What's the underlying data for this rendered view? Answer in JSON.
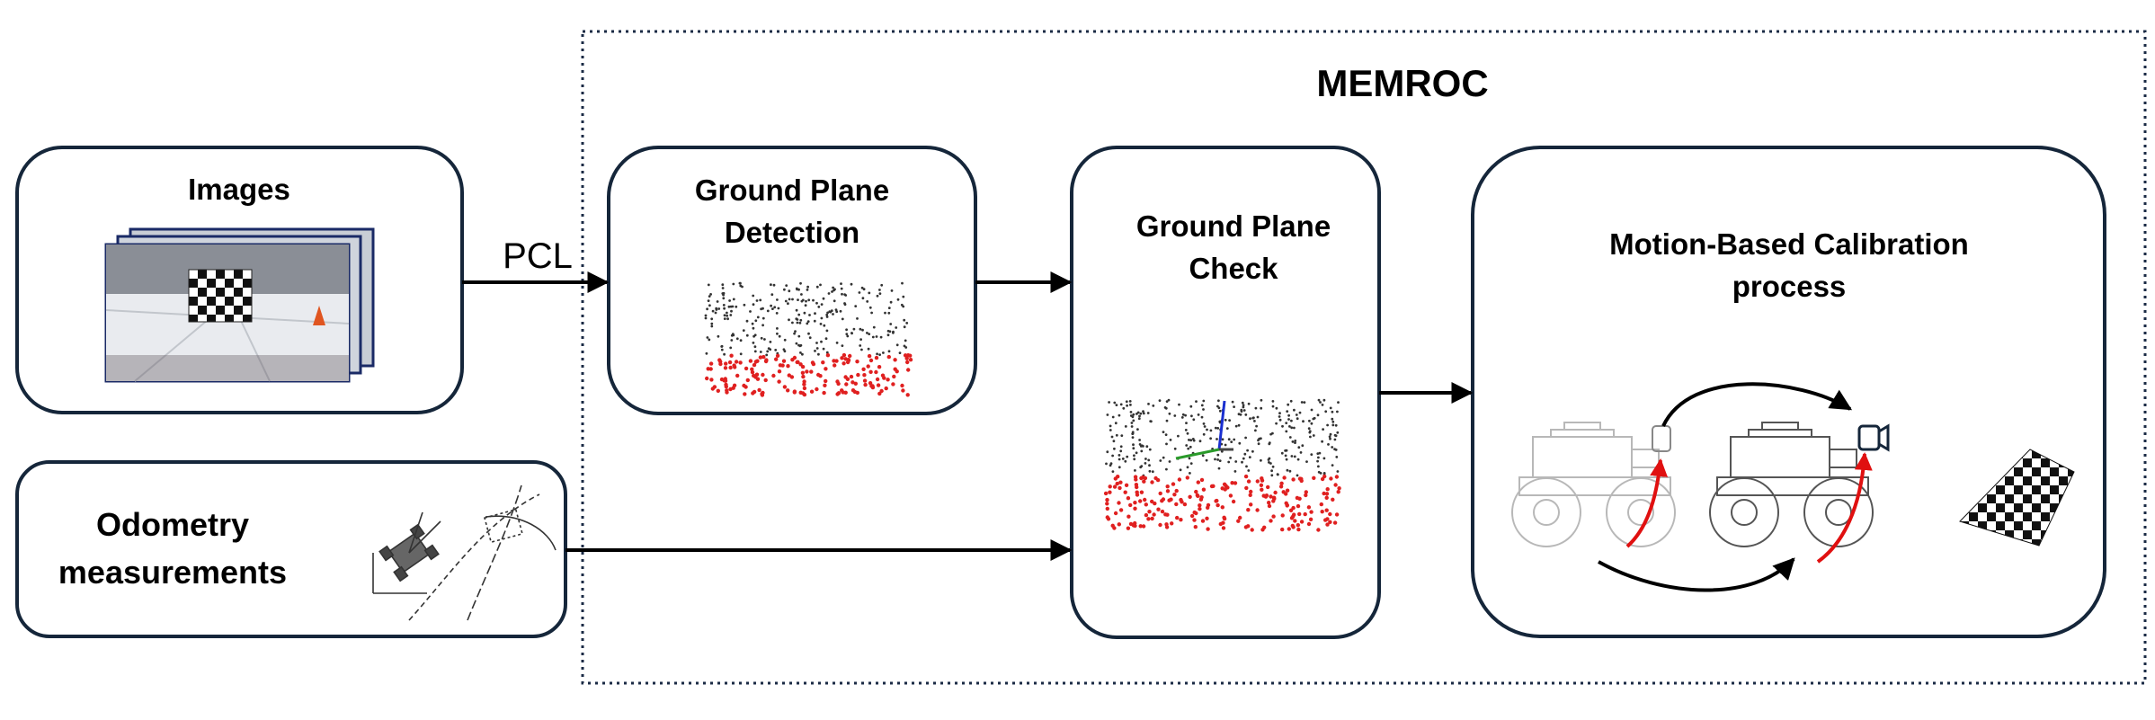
{
  "frame_title": "MEMROC",
  "edge_label": "PCL",
  "nodes": {
    "images": {
      "title": "Images"
    },
    "odometry": {
      "title_line1": "Odometry",
      "title_line2": "measurements"
    },
    "ground_detection": {
      "title_line1": "Ground Plane",
      "title_line2": "Detection"
    },
    "ground_check": {
      "title_line1": "Ground Plane",
      "title_line2": "Check"
    },
    "calibration": {
      "title_line1": "Motion-Based Calibration",
      "title_line2": "process"
    }
  },
  "colors": {
    "box_stroke": "#15263a",
    "arrow": "#000000",
    "frame_stroke": "#1a2a44",
    "points_red": "#e02020",
    "points_dark": "#333333",
    "curve_red": "#e01010",
    "axis_blue": "#1a2fd0",
    "axis_green": "#2a9a2a"
  }
}
